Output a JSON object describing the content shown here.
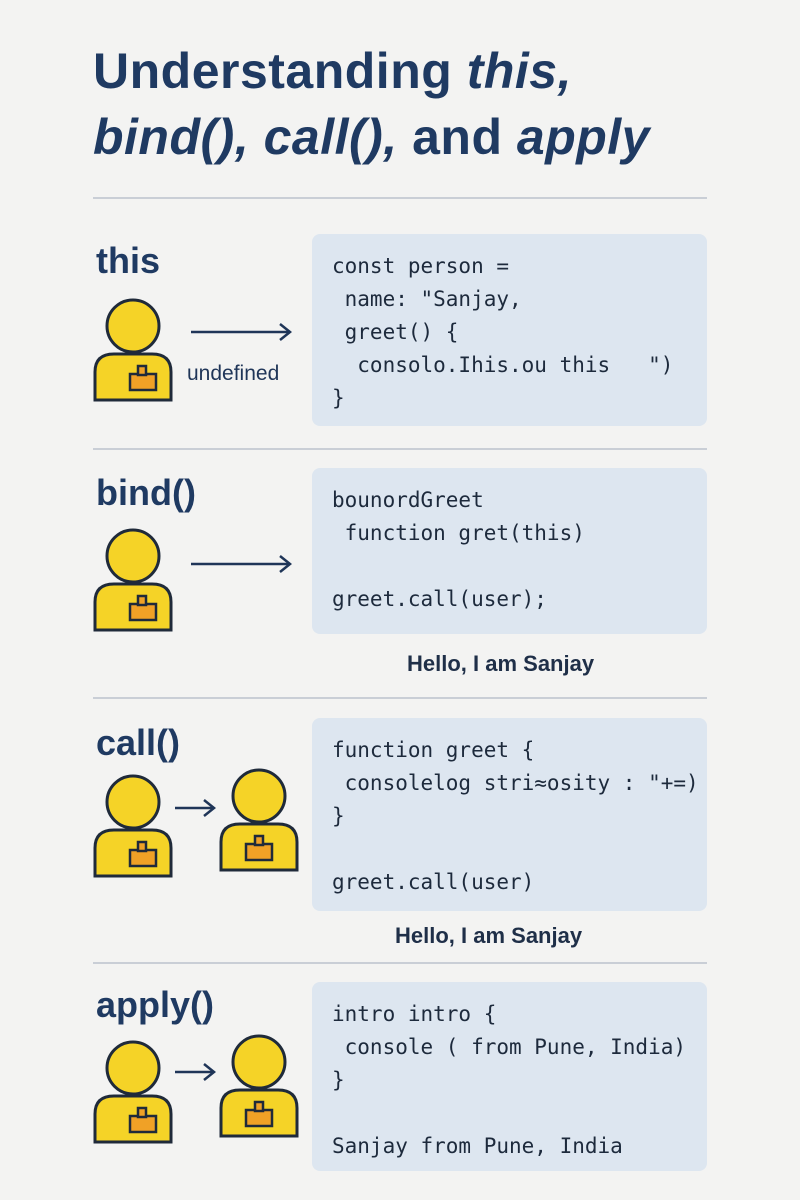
{
  "title": {
    "line1_plain": "Understanding ",
    "line1_italic": "this,",
    "line2_italic1": "bind(), call(),",
    "line2_plain": " and ",
    "line2_italic2": "apply"
  },
  "sections": [
    {
      "label": "this",
      "side_note": "undefined",
      "code": [
        "const person =",
        " name: \"Sanjay,",
        " greet() {",
        "  consolo.Ihis.ou this   \")",
        "}"
      ]
    },
    {
      "label": "bind()",
      "code": [
        "bounordGreet",
        " function gret(this)",
        "",
        "greet.call(user);"
      ],
      "caption": "Hello, I am Sanjay"
    },
    {
      "label": "call()",
      "code": [
        "function greet {",
        " consolelog stri≈osity : \"+=)",
        "}",
        "",
        "greet.call(user)"
      ],
      "caption": "Hello, I am Sanjay"
    },
    {
      "label": "apply()",
      "code": [
        "intro intro {",
        " console ( from Pune, India)",
        "}",
        "",
        "Sanjay from Pune, India"
      ]
    }
  ],
  "colors": {
    "navy": "#1f3a62",
    "person_yellow": "#f5d327",
    "badge_orange": "#f0a126",
    "code_bg": "#dde6f0"
  },
  "icons": [
    "person-icon",
    "arrow-right-icon"
  ]
}
